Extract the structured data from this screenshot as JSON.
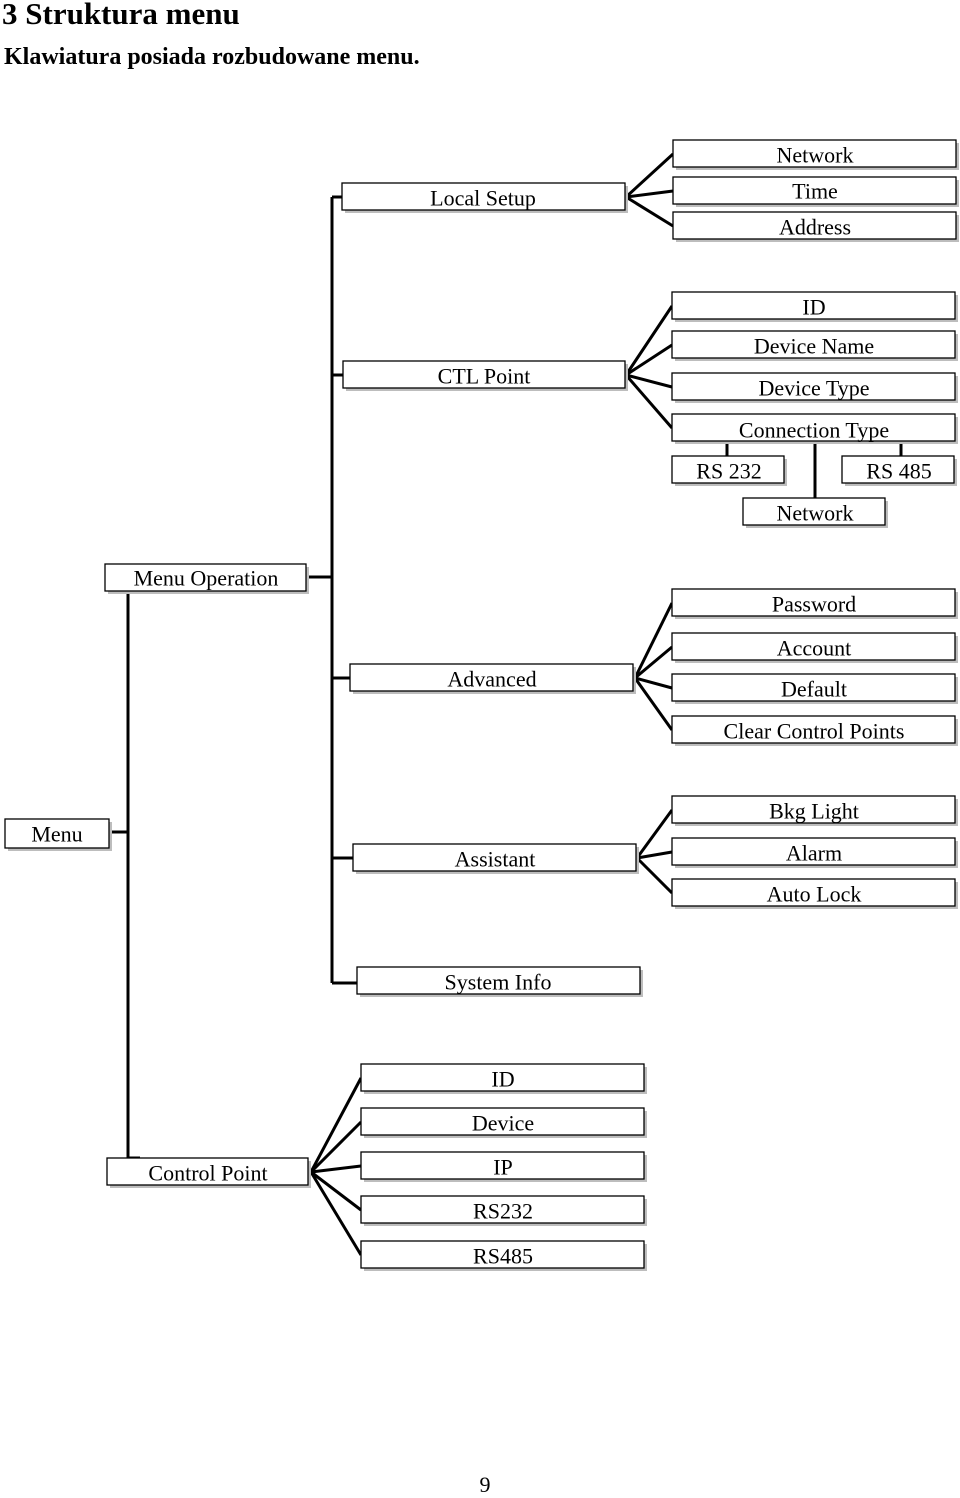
{
  "heading": "3  Struktura menu",
  "intro": "Klawiatura posiada rozbudowane menu.",
  "page_number": "9",
  "diagram": {
    "menu": "Menu",
    "menu_operation": "Menu Operation",
    "local_setup": "Local Setup",
    "local_setup_items": [
      "Network",
      "Time",
      "Address"
    ],
    "ctl_point": "CTL Point",
    "ctl_point_items": [
      "ID",
      "Device Name",
      "Device Type",
      "Connection Type"
    ],
    "connection_types": [
      "RS 232",
      "RS 485",
      "Network"
    ],
    "advanced": "Advanced",
    "advanced_items": [
      "Password",
      "Account",
      "Default",
      "Clear Control Points"
    ],
    "assistant": "Assistant",
    "assistant_items": [
      "Bkg Light",
      "Alarm",
      "Auto Lock"
    ],
    "system_info": "System Info",
    "control_point": "Control Point",
    "control_point_items": [
      "ID",
      "Device",
      "IP",
      "RS232",
      "RS485"
    ]
  }
}
